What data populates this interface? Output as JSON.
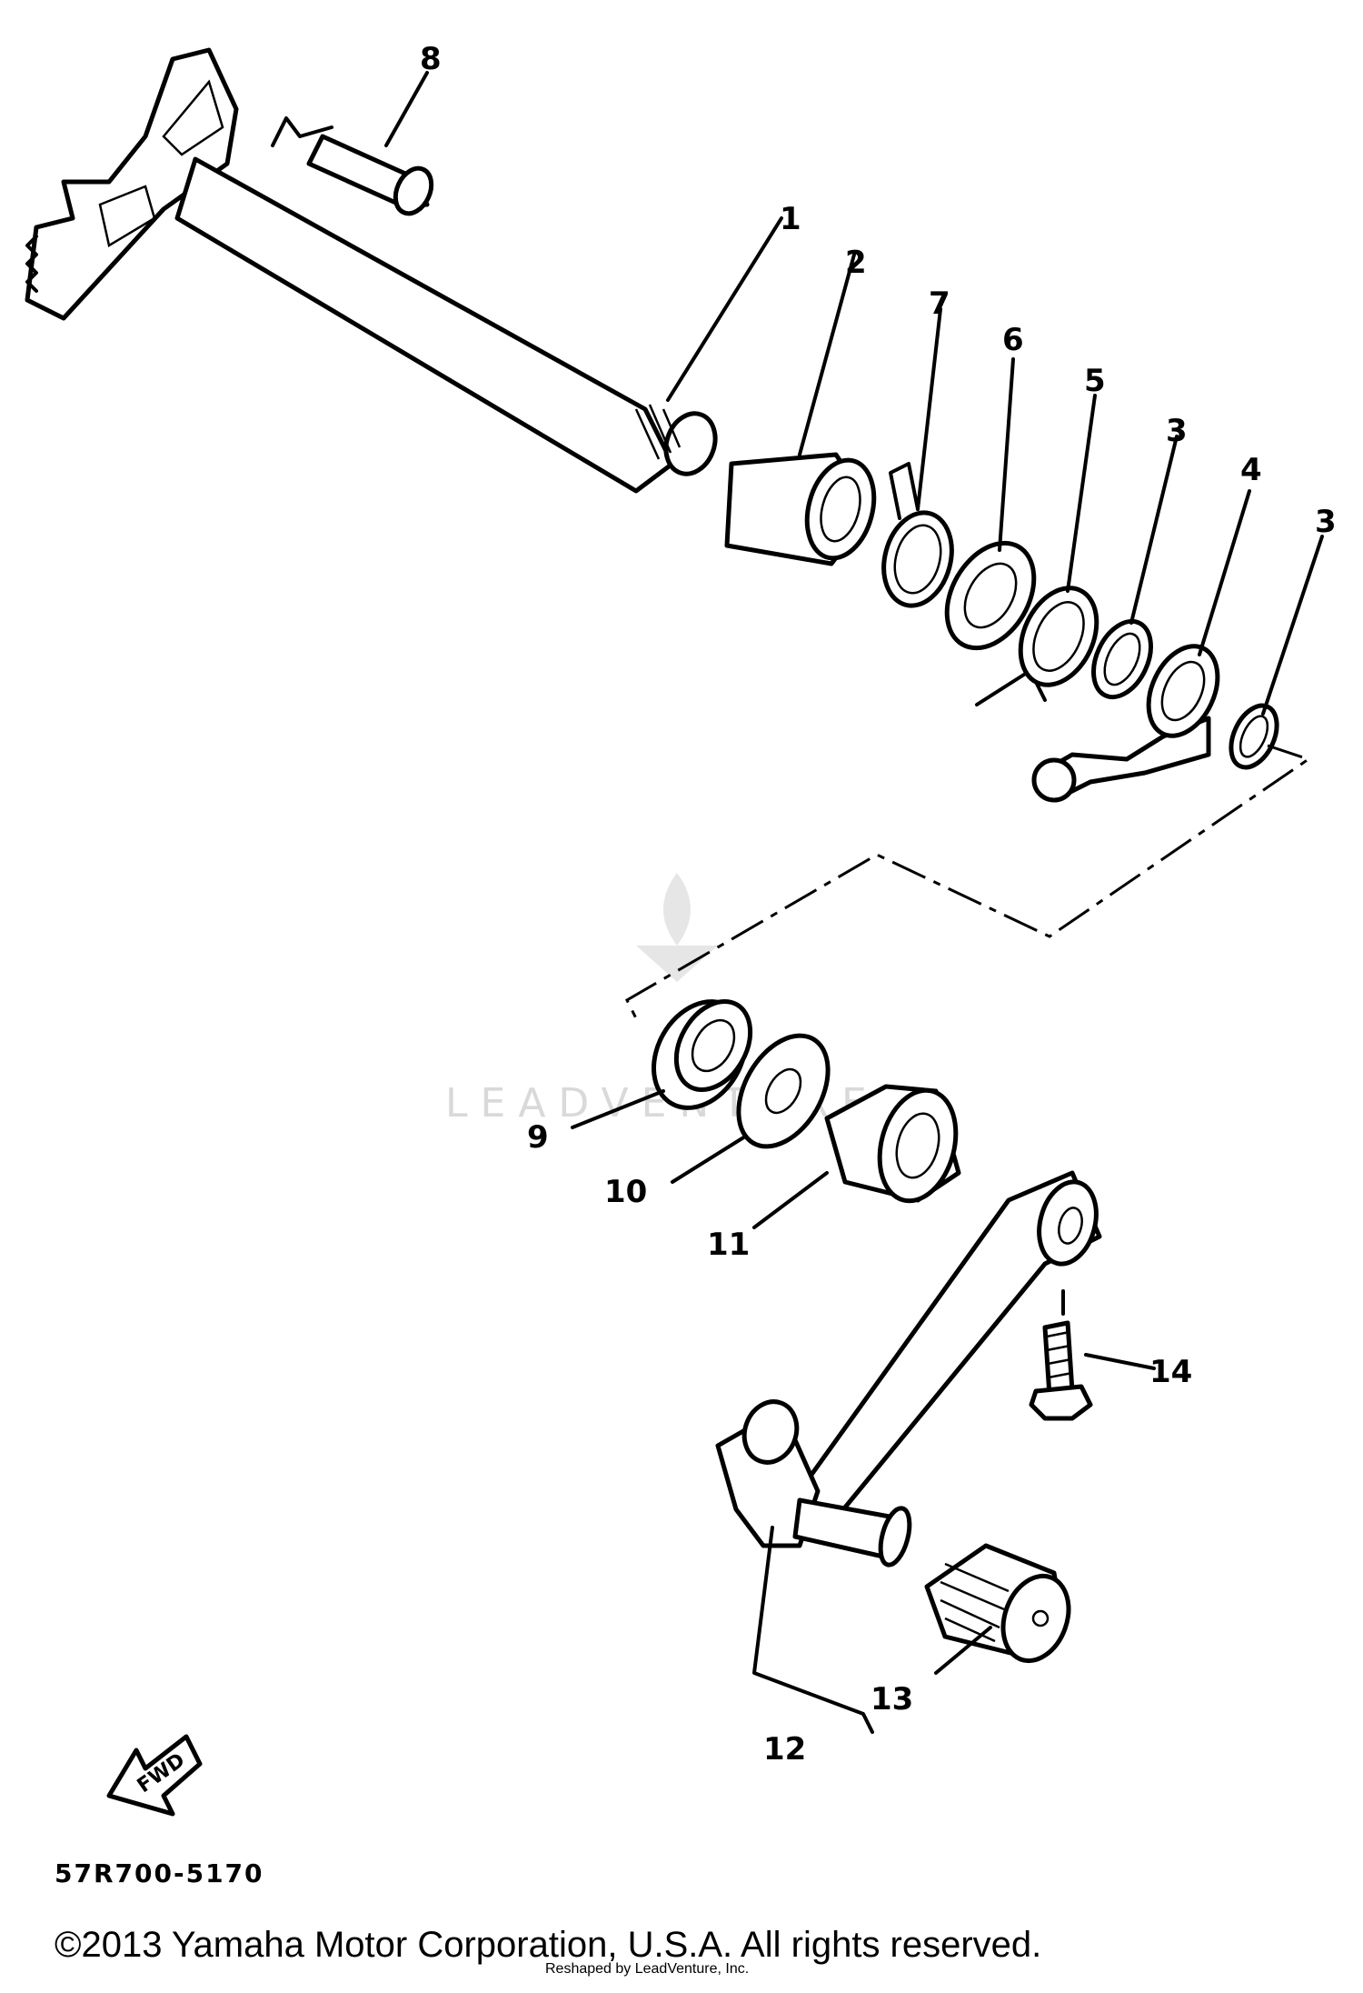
{
  "diagram": {
    "callouts": [
      {
        "id": "1",
        "label": "1"
      },
      {
        "id": "2",
        "label": "2"
      },
      {
        "id": "3a",
        "label": "3"
      },
      {
        "id": "3b",
        "label": "3"
      },
      {
        "id": "4",
        "label": "4"
      },
      {
        "id": "5",
        "label": "5"
      },
      {
        "id": "6",
        "label": "6"
      },
      {
        "id": "7",
        "label": "7"
      },
      {
        "id": "8",
        "label": "8"
      },
      {
        "id": "9",
        "label": "9"
      },
      {
        "id": "10",
        "label": "10"
      },
      {
        "id": "11",
        "label": "11"
      },
      {
        "id": "12",
        "label": "12"
      },
      {
        "id": "13",
        "label": "13"
      },
      {
        "id": "14",
        "label": "14"
      }
    ],
    "direction_label": "FWD",
    "drawing_code": "57R700-5170",
    "watermark": "LEADVENTURE",
    "copyright": "©2013 Yamaha Motor Corporation, U.S.A. All rights reserved.",
    "credit": "Reshaped by LeadVenture, Inc."
  }
}
